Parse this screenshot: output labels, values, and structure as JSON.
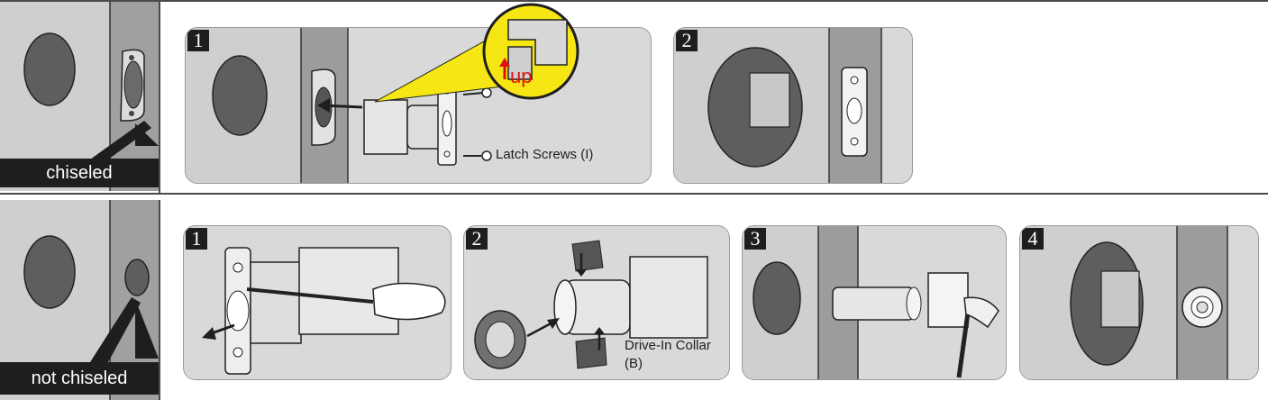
{
  "rows": [
    {
      "thumb_label": "chiseled",
      "steps": [
        {
          "number": "1",
          "callout": "up",
          "caption": "Latch Screws (I)"
        },
        {
          "number": "2"
        }
      ]
    },
    {
      "thumb_label": "not chiseled",
      "steps": [
        {
          "number": "1"
        },
        {
          "number": "2",
          "caption_line1": "Drive-In Collar",
          "caption_line2": "(B)"
        },
        {
          "number": "3"
        },
        {
          "number": "4"
        }
      ]
    }
  ],
  "icons": [
    "door-hole-icon",
    "edge-bore-icon",
    "latch-icon",
    "screw-icon",
    "screwdriver-icon",
    "hammer-icon",
    "wood-block-icon",
    "arrow-icon",
    "magnifier-callout-icon"
  ],
  "colors": {
    "panel_bg": "#d9d9d9",
    "door_face": "#c8c8c8",
    "door_edge": "#9c9c9c",
    "hole": "#5a5a5a",
    "label_bg": "#1e1e1e",
    "callout_yellow": "#f5e614",
    "callout_text": "#e01010"
  }
}
